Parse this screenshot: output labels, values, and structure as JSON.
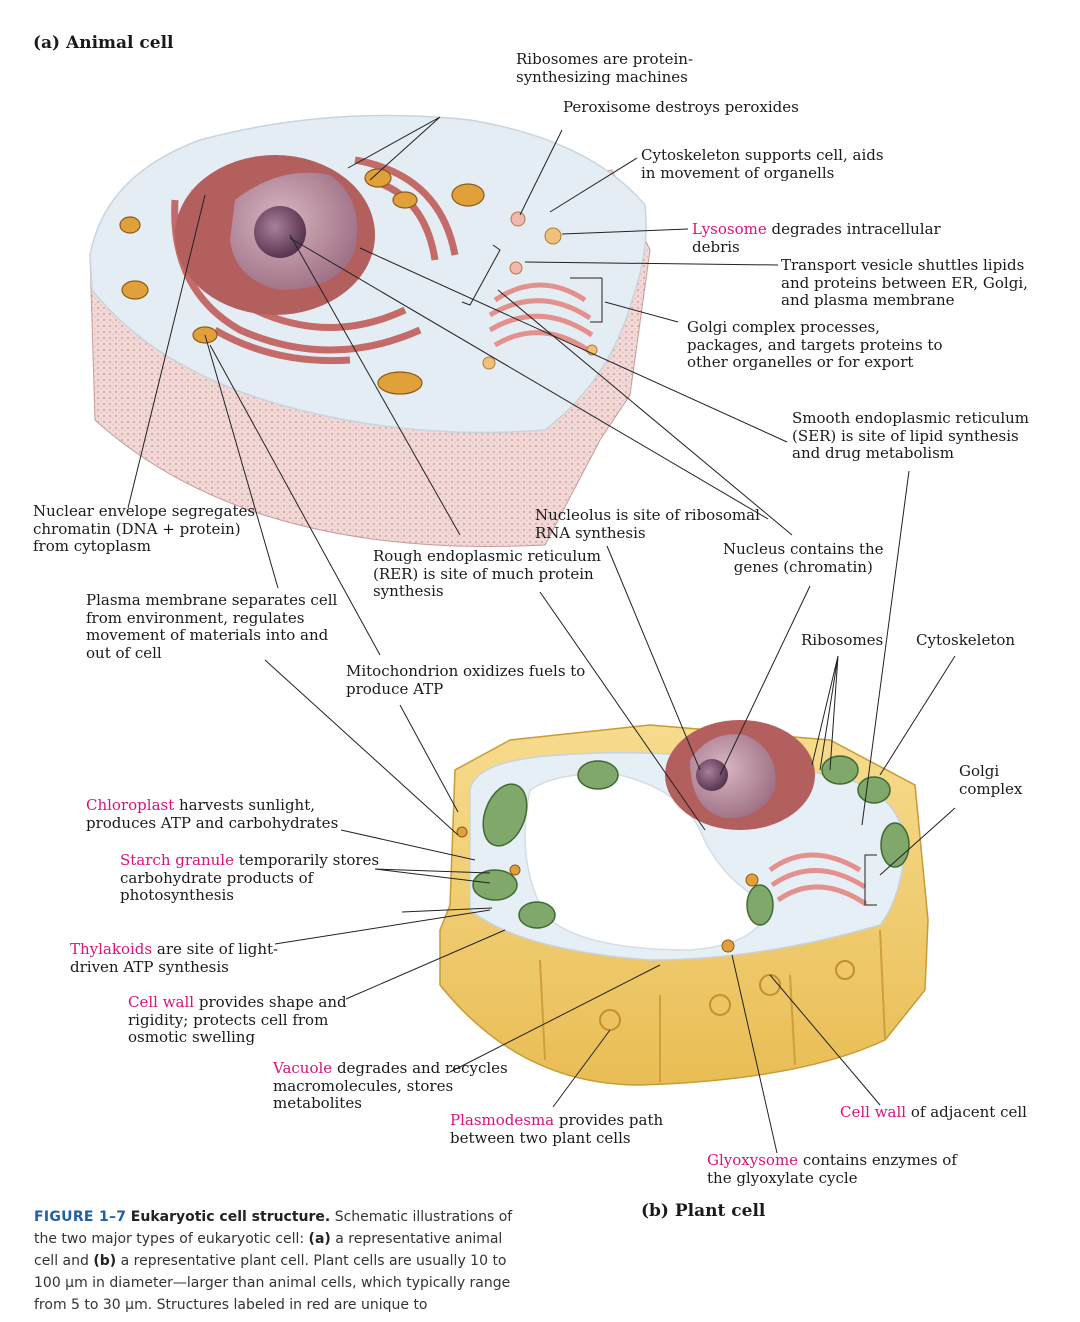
{
  "panel_a_title": "(a) Animal cell",
  "panel_b_title": "(b) Plant cell",
  "animal_labels": {
    "ribosomes": [
      "Ribosomes are protein-",
      "synthesizing machines"
    ],
    "peroxisome": [
      "Peroxisome destroys peroxides"
    ],
    "cytoskeleton": [
      "Cytoskeleton supports cell, aids",
      "in movement of organells"
    ],
    "lysosome_red": "Lysosome",
    "lysosome_rest": " degrades intracellular",
    "lysosome_line2": "debris",
    "transport": [
      "Transport vesicle shuttles lipids",
      "and proteins between ER, Golgi,",
      "and plasma membrane"
    ],
    "golgi": [
      "Golgi complex processes,",
      "packages, and targets proteins to",
      "other organelles or for export"
    ],
    "ser": [
      "Smooth endoplasmic reticulum",
      "(SER) is site of lipid synthesis",
      "and drug metabolism"
    ],
    "nuclear_envelope": [
      "Nuclear envelope segregates",
      "chromatin (DNA + protein)",
      "from cytoplasm"
    ],
    "nucleolus": [
      "Nucleolus is site of ribosomal",
      "RNA synthesis"
    ],
    "nucleus": [
      "Nucleus contains the",
      "genes (chromatin)"
    ],
    "rer": [
      "Rough endoplasmic reticulum",
      "(RER) is site of much protein",
      "synthesis"
    ],
    "plasma_membrane": [
      "Plasma membrane separates cell",
      "from environment, regulates",
      "movement of materials into and",
      "out of cell"
    ],
    "mitochondrion": [
      "Mitochondrion oxidizes fuels to",
      "produce ATP"
    ]
  },
  "plant_labels": {
    "ribosomes": "Ribosomes",
    "cytoskeleton": "Cytoskeleton",
    "golgi": [
      "Golgi",
      "complex"
    ],
    "chloroplast_red": "Chloroplast",
    "chloroplast_rest": " harvests sunlight,",
    "chloroplast_line2": "produces ATP and carbohydrates",
    "starch_red": "Starch granule",
    "starch_rest": " temporarily stores",
    "starch_lines": [
      "carbohydrate products of",
      "photosynthesis"
    ],
    "thylakoids_red": "Thylakoids",
    "thylakoids_rest": " are site of light-",
    "thylakoids_line2": "driven ATP synthesis",
    "cellwall_red": "Cell wall",
    "cellwall_rest": " provides shape and",
    "cellwall_lines": [
      "rigidity; protects cell from",
      "osmotic swelling"
    ],
    "vacuole_red": "Vacuole",
    "vacuole_rest": " degrades and recycles",
    "vacuole_lines": [
      "macromolecules, stores",
      "metabolites"
    ],
    "plasmodesma_red": "Plasmodesma",
    "plasmodesma_rest": " provides path",
    "plasmodesma_line2": "between two plant cells",
    "adjacent_red": "Cell wall",
    "adjacent_rest": " of adjacent cell",
    "glyoxysome_red": "Glyoxysome",
    "glyoxysome_rest": " contains enzymes of",
    "glyoxysome_line2": "the glyoxylate cycle"
  },
  "caption": {
    "figure_id": "FIGURE 1–7",
    "title": "Eukaryotic cell structure.",
    "t1": " Schematic illustrations of the two major types of eukaryotic cell: ",
    "a": "(a)",
    "t2": " a representative animal cell and ",
    "b": "(b)",
    "t3": " a representative plant cell. Plant cells are usually 10 to 100 μm in diameter—larger than animal cells, which typically range from 5 to 30 μm. Structures labeled in red are unique to"
  },
  "colors": {
    "accent_red": "#d6137a",
    "figure_blue": "#1d5fa8"
  }
}
